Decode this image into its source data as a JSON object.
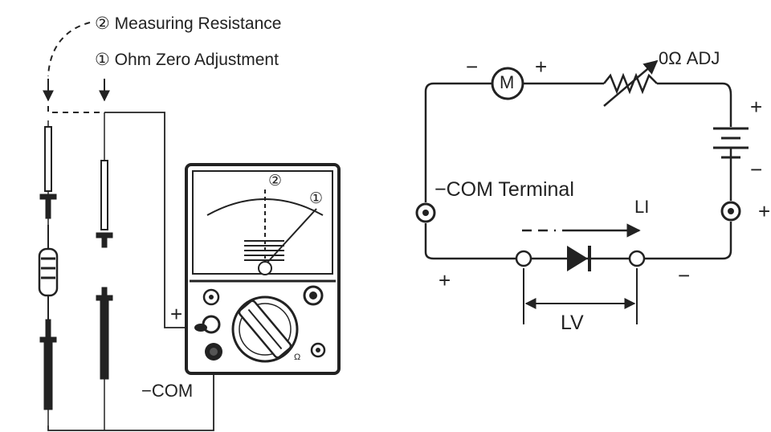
{
  "captions": {
    "measuring": "② Measuring Resistance",
    "zero_adj": "① Ohm Zero Adjustment"
  },
  "meter": {
    "plus_label": "+",
    "com_label": "−COM",
    "dial_mark_2": "②",
    "dial_mark_1": "①",
    "ohm_mark": "Ω"
  },
  "circuit": {
    "meter_symbol": "M",
    "meter_minus": "−",
    "meter_plus": "+",
    "adj_label": "0Ω ADJ",
    "battery_plus": "+",
    "battery_minus": "−",
    "com_terminal": "−COM Terminal",
    "right_terminal_plus": "+",
    "current_label": "LI",
    "left_plus": "+",
    "right_minus": "−",
    "voltage_label": "LV"
  },
  "colors": {
    "ink": "#222222",
    "background": "#ffffff"
  }
}
